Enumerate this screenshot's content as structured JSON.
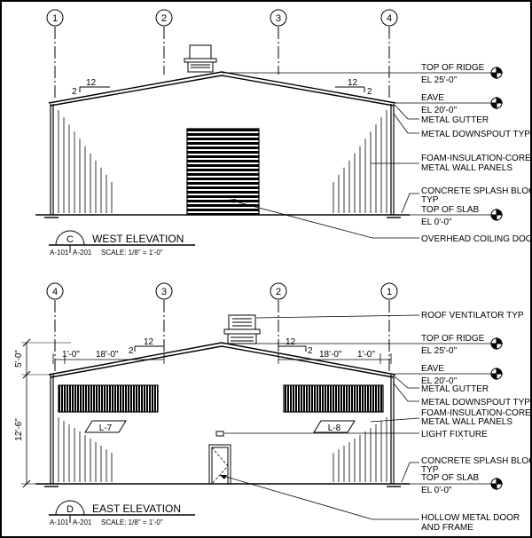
{
  "west": {
    "grid": [
      "1",
      "2",
      "3",
      "4"
    ],
    "pitch": {
      "run": "12",
      "rise": "2"
    },
    "levels": {
      "ridge": {
        "label": "TOP OF RIDGE",
        "el": "EL 25'-0\""
      },
      "eave": {
        "label": "EAVE",
        "el": "EL 20'-0\""
      },
      "slab": {
        "label": "TOP OF SLAB",
        "el": "EL 0'-0\""
      }
    },
    "callouts": {
      "gutter": "METAL GUTTER",
      "downspout": "METAL DOWNSPOUT TYP",
      "panels1": "FOAM-INSULATION-CORE",
      "panels2": "METAL WALL PANELS",
      "splash1": "CONCRETE SPLASH BLOCK",
      "splash2": "TYP",
      "door": "OVERHEAD COILING DOOR"
    },
    "title": {
      "letter": "C",
      "name": "WEST ELEVATION",
      "ref1": "A-101",
      "ref2": "A-201",
      "scale": "SCALE: 1/8\" = 1'-0\""
    }
  },
  "east": {
    "grid": [
      "4",
      "3",
      "2",
      "1"
    ],
    "pitch": {
      "run": "12",
      "rise": "2"
    },
    "dims": {
      "overhang": "1'-0\"",
      "span": "18'-0\"",
      "upper": "5'-0\"",
      "lower": "12'-6\""
    },
    "louvers": {
      "left": "L-7",
      "right": "L-8"
    },
    "levels": {
      "ridge": {
        "label": "TOP OF RIDGE",
        "el": "EL 25'-0\""
      },
      "eave": {
        "label": "EAVE",
        "el": "EL 20'-0\""
      },
      "slab": {
        "label": "TOP OF SLAB",
        "el": "EL 0'-0\""
      }
    },
    "callouts": {
      "ventilator": "ROOF VENTILATOR TYP",
      "gutter": "METAL GUTTER",
      "downspout": "METAL DOWNSPOUT TYP",
      "panels1": "FOAM-INSULATION-CORE",
      "panels2": "METAL WALL PANELS",
      "light": "LIGHT FIXTURE",
      "splash1": "CONCRETE SPLASH BLOCK",
      "splash2": "TYP",
      "door1": "HOLLOW METAL DOOR",
      "door2": "AND FRAME"
    },
    "title": {
      "letter": "D",
      "name": "EAST ELEVATION",
      "ref1": "A-101",
      "ref2": "A-201",
      "scale": "SCALE: 1/8\" = 1'-0\""
    }
  }
}
